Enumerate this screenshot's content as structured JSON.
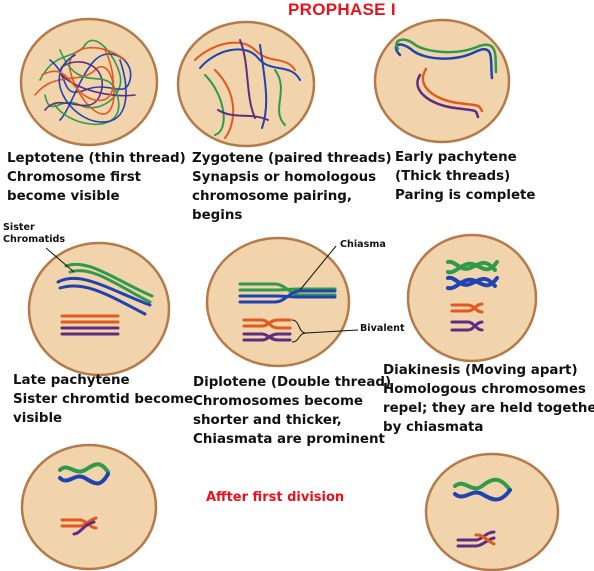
{
  "title": "PROPHASE I",
  "colors": {
    "cell_fill": "#f1d3ac",
    "cell_stroke": "#b47a4a",
    "green": "#2f9a4c",
    "blue": "#1f43b0",
    "orange": "#e2591f",
    "purple": "#5d2d83",
    "title_red": "#e8121b"
  },
  "stages": {
    "leptotene": {
      "lines": [
        "Leptotene (thin thread)",
        "Chromosome first",
        "become visible"
      ]
    },
    "zygotene": {
      "lines": [
        "Zygotene (paired threads)",
        "Synapsis or homologous",
        "chromosome pairing,",
        "begins"
      ]
    },
    "early_pachytene": {
      "lines": [
        "Early pachytene",
        "(Thick threads)",
        "Paring is complete"
      ]
    },
    "late_pachytene": {
      "lines": [
        "Late pachytene",
        "Sister chromtid become",
        "visible"
      ]
    },
    "diplotene": {
      "lines": [
        "Diplotene (Double thread)",
        "Chromosomes become",
        "shorter and thicker,",
        "Chiasmata are prominent"
      ]
    },
    "diakinesis": {
      "lines": [
        "Diakinesis (Moving apart)",
        "Homologous chromosomes",
        "repel; they are held together",
        "by chiasmata"
      ]
    }
  },
  "labels": {
    "sister_chromatids": [
      "Sister",
      "Chromatids"
    ],
    "chiasma": "Chiasma",
    "bivalent": "Bivalent",
    "after_division": "Affter first division"
  }
}
